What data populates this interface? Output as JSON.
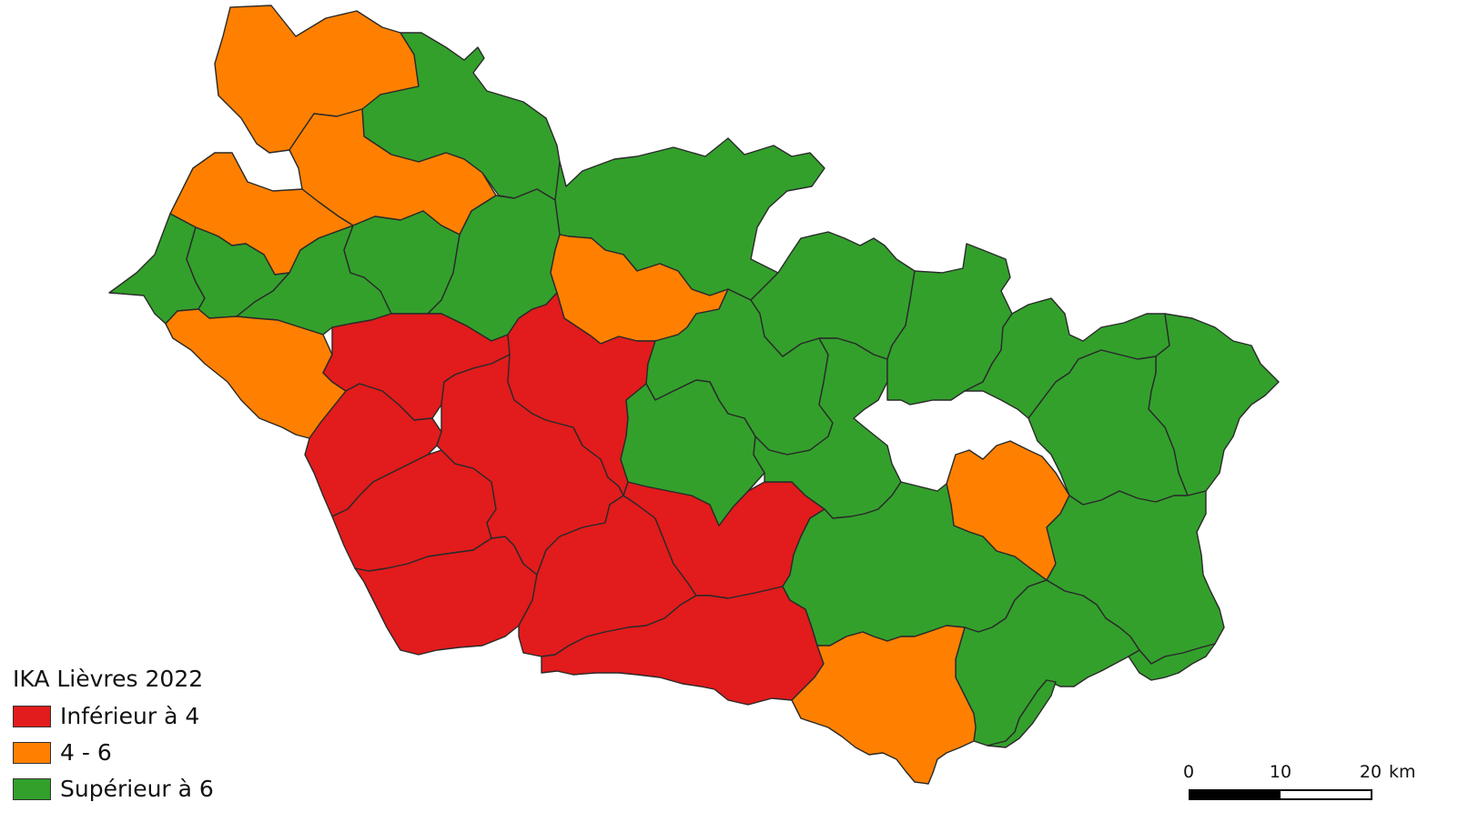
{
  "legend": {
    "title": "IKA Lièvres 2022",
    "classes": [
      {
        "key": "low",
        "label": "Inférieur à 4",
        "color": "#e21b1c"
      },
      {
        "key": "mid",
        "label": "4 - 6",
        "color": "#ff8000"
      },
      {
        "key": "high",
        "label": "Supérieur à 6",
        "color": "#33a02c"
      }
    ]
  },
  "scalebar": {
    "ticks": [
      "0",
      "10",
      "20"
    ],
    "unit": "km",
    "segment_colors": [
      "#000000",
      "#ffffff"
    ]
  },
  "map": {
    "outline_color": "#2a2a2a",
    "regions": [
      {
        "id": "nw-top",
        "class": "mid"
      },
      {
        "id": "n-forest-1",
        "class": "high"
      },
      {
        "id": "nw-mid",
        "class": "mid"
      },
      {
        "id": "nw-west",
        "class": "mid"
      },
      {
        "id": "w-tip",
        "class": "high"
      },
      {
        "id": "w-green-2",
        "class": "high"
      },
      {
        "id": "c-green-1",
        "class": "high"
      },
      {
        "id": "c-green-2",
        "class": "high"
      },
      {
        "id": "n-green-3",
        "class": "high"
      },
      {
        "id": "n-green-4",
        "class": "high"
      },
      {
        "id": "c-orange",
        "class": "mid"
      },
      {
        "id": "w-orange-south",
        "class": "mid"
      },
      {
        "id": "sw-red-1",
        "class": "low"
      },
      {
        "id": "sw-red-2",
        "class": "low"
      },
      {
        "id": "sw-red-3",
        "class": "low"
      },
      {
        "id": "sw-red-4",
        "class": "low"
      },
      {
        "id": "sw-red-5",
        "class": "low"
      },
      {
        "id": "s-red-6",
        "class": "low"
      },
      {
        "id": "s-red-7",
        "class": "low"
      },
      {
        "id": "s-red-8",
        "class": "low"
      },
      {
        "id": "s-red-9",
        "class": "low"
      },
      {
        "id": "c-green-5",
        "class": "high"
      },
      {
        "id": "c-green-6",
        "class": "high"
      },
      {
        "id": "e-green-1",
        "class": "high"
      },
      {
        "id": "e-green-2",
        "class": "high"
      },
      {
        "id": "e-green-3",
        "class": "high"
      },
      {
        "id": "e-green-4",
        "class": "high"
      },
      {
        "id": "e-green-5",
        "class": "high"
      },
      {
        "id": "e-green-6",
        "class": "high"
      },
      {
        "id": "e-orange",
        "class": "mid"
      },
      {
        "id": "se-green-1",
        "class": "high"
      },
      {
        "id": "se-green-2",
        "class": "high"
      },
      {
        "id": "se-green-3",
        "class": "high"
      },
      {
        "id": "se-green-4",
        "class": "high"
      },
      {
        "id": "s-orange",
        "class": "mid"
      },
      {
        "id": "s-green-sliver",
        "class": "high"
      }
    ]
  }
}
